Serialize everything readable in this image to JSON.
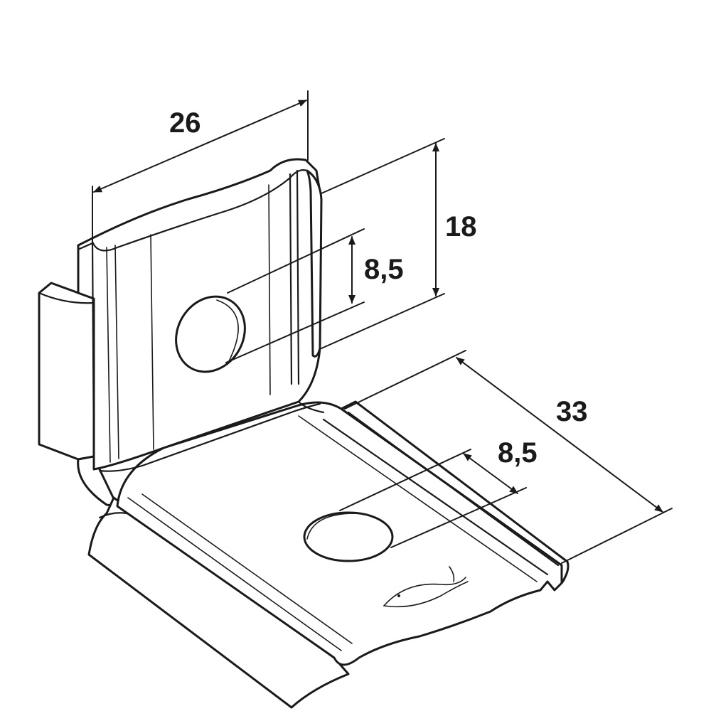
{
  "dimensions": {
    "width_label": "26",
    "height_label": "18",
    "upper_hole_label": "8,5",
    "depth_label": "33",
    "lower_hole_label": "8,5"
  },
  "colors": {
    "line": "#1a1a1a",
    "background": "#ffffff"
  },
  "icons": {
    "maker_mark": "fish-logo-icon"
  }
}
